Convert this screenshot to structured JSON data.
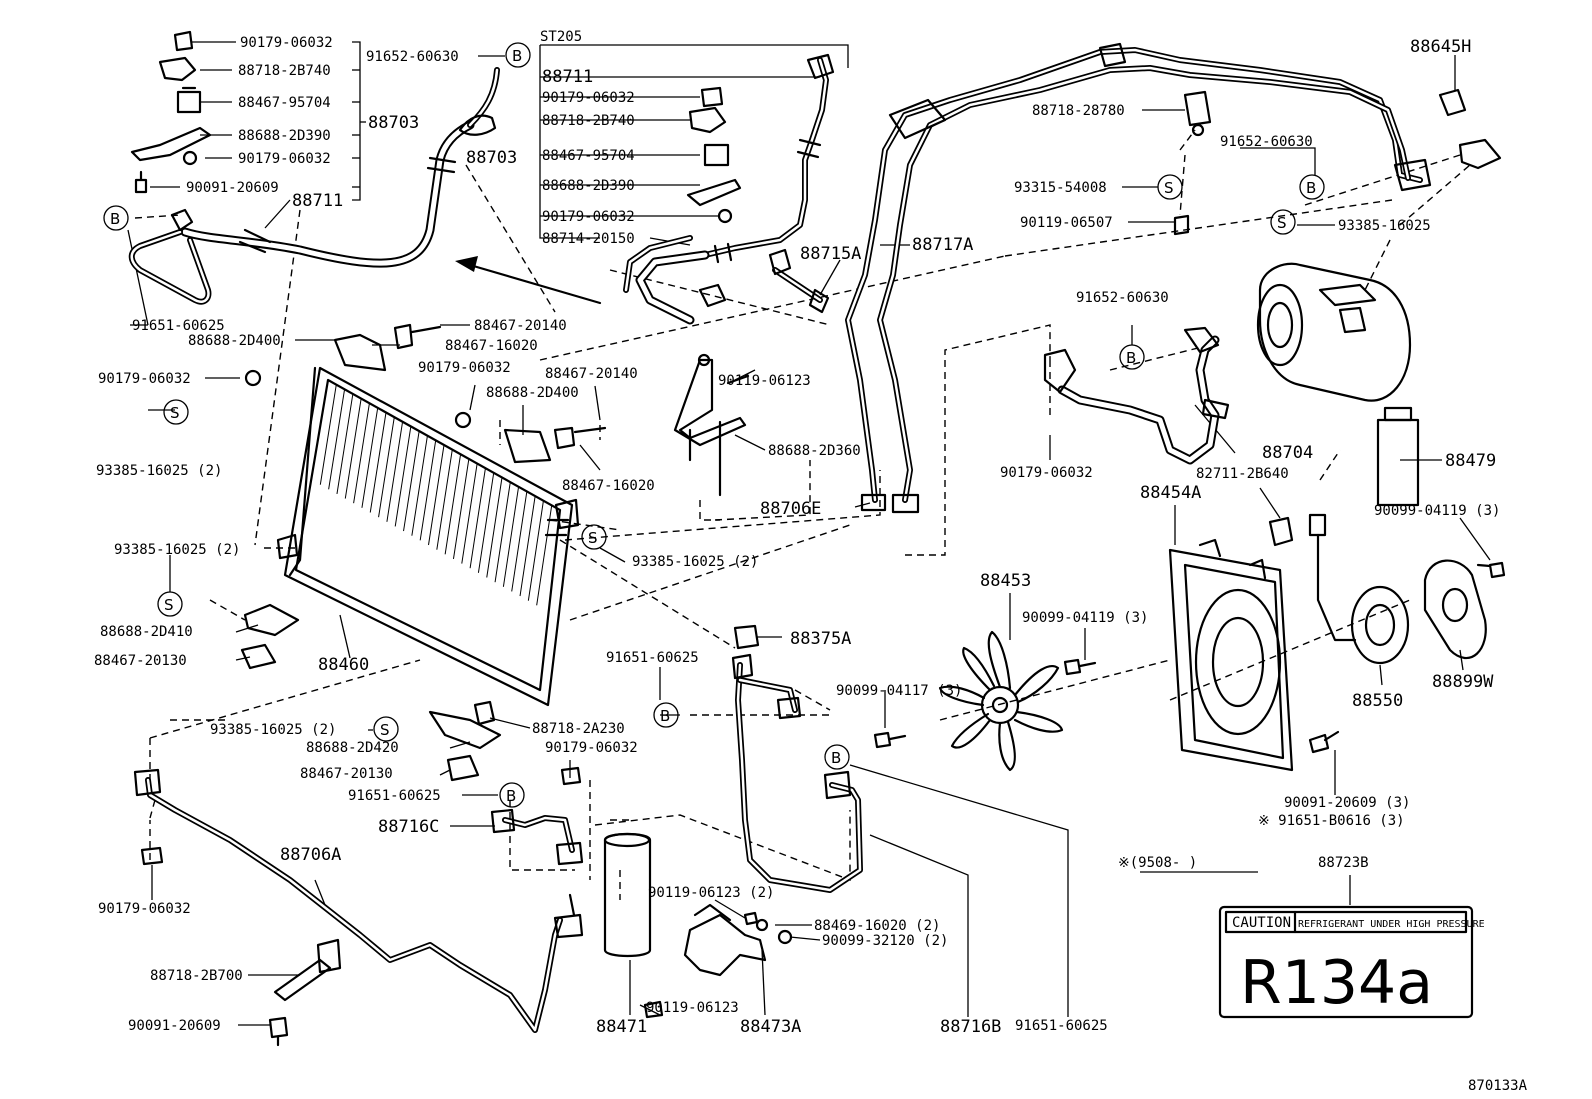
{
  "drawing_number": "870133A",
  "group_code": "ST205",
  "marker_B": "B",
  "marker_S": "S",
  "date_note": "※(9508-       )",
  "label_title": "88723B",
  "caution": {
    "left": "CAUTION",
    "right": "REFRIGERANT UNDER HIGH PRESSURE",
    "refrigerant": "R134a"
  },
  "labels": {
    "l01": "90179-06032",
    "l02": "88718-2B740",
    "l03": "88467-95704",
    "l04": "88688-2D390",
    "l05": "90179-06032",
    "l06": "90091-20609",
    "l07": "88703",
    "l08": "88711",
    "l09": "91652-60630",
    "l10": "88703",
    "l11": "88711",
    "l12": "90179-06032",
    "l13": "88718-2B740",
    "l14": "88467-95704",
    "l15": "88688-2D390",
    "l16": "90179-06032",
    "l17": "88714-20150",
    "l18": "88715A",
    "l19": "88717A",
    "l20": "88718-28780",
    "l21": "91652-60630",
    "l22": "93315-54008",
    "l23": "90119-06507",
    "l24": "93385-16025",
    "l25": "88645H",
    "l26": "91651-60625",
    "l27": "88467-20140",
    "l28": "88688-2D400",
    "l29": "88467-16020",
    "l30": "90179-06032",
    "l31": "90179-06032",
    "l32": "88467-20140",
    "l33": "88688-2D400",
    "l34": "90119-06123",
    "l35": "88688-2D360",
    "l36": "88467-16020",
    "l37": "88706E",
    "l38": "93385-16025 (2)",
    "l39": "91652-60630",
    "l40": "90179-06032",
    "l41": "88704",
    "l42": "82711-2B640",
    "l43": "88454A",
    "l44": "88479",
    "l45": "90099-04119 (3)",
    "l46": "93385-16025 (2)",
    "l47": "93385-16025 (2)",
    "l48": "88688-2D410",
    "l49": "88467-20130",
    "l50": "88460",
    "l51": "88453",
    "l52": "90099-04119 (3)",
    "l53": "88375A",
    "l54": "91651-60625",
    "l55": "90099-04117 (3)",
    "l56": "88550",
    "l57": "88899W",
    "l58": "93385-16025 (2)",
    "l59": "88688-2D420",
    "l60": "88467-20130",
    "l61": "88718-2A230",
    "l62": "90179-06032",
    "l63": "91651-60625",
    "l64": "90091-20609 (3)",
    "l65": "※ 91651-B0616 (3)",
    "l66": "88716C",
    "l67": "88706A",
    "l68": "90179-06032",
    "l69": "90119-06123 (2)",
    "l70": "88469-16020 (2)",
    "l71": "90099-32120 (2)",
    "l72": "88718-2B700",
    "l73": "90091-20609",
    "l74": "90119-06123",
    "l75": "88471",
    "l76": "88473A",
    "l77": "88716B",
    "l78": "91651-60625"
  }
}
